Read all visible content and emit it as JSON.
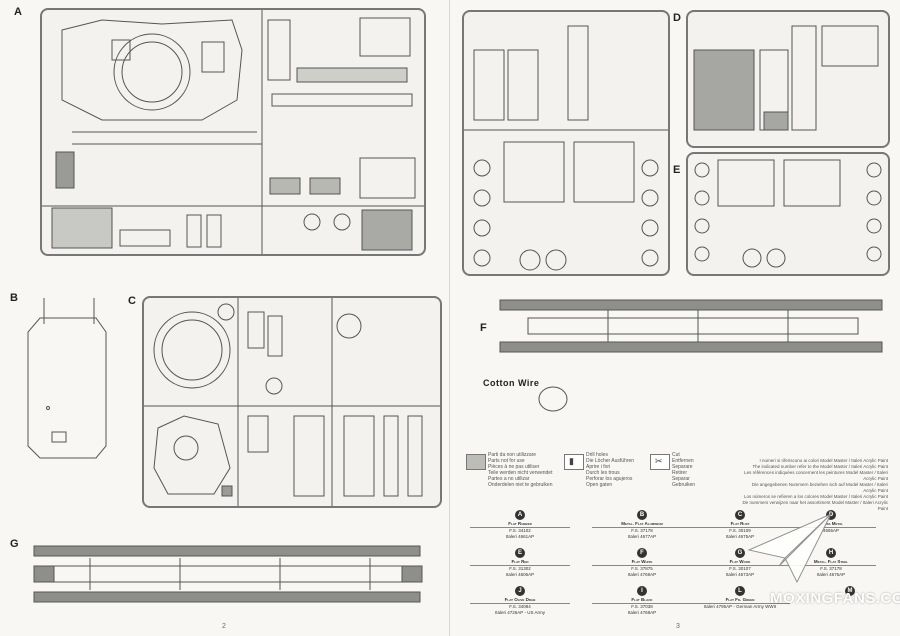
{
  "sections": {
    "a": "A",
    "b": "B",
    "c": "C",
    "d": "D",
    "e": "E",
    "f": "F",
    "g": "G"
  },
  "cotton_wire": "Cotton Wire",
  "legend": {
    "not_used": [
      "Parti da non utilizzare",
      "Parts not for use",
      "Pièces à ne pas utiliser",
      "Teile werden nicht verwendet",
      "Partes a no utilizar",
      "Onderdelen niet te gebruiken"
    ],
    "drill": [
      "Drill holes",
      "Die Löcher Ausführen",
      "Aprire i fori",
      "Durch les trous",
      "Perforar los agujeros",
      "Open gaten"
    ],
    "cut": [
      "Cut",
      "Entfernen",
      "Separare",
      "Retirer",
      "Separar",
      "Gebruiken"
    ]
  },
  "paint_note": [
    "I numeri si riferiscono ai colori Model Master / Italeri Acrylic Paint",
    "The indicated number refer to the Model Master / Italeri Acrylic Paint",
    "Les références indiquées concernent les peintures Model Master / Italeri Acrylic Paint",
    "Die angegebenen Nummern beziehen sich auf Model Master / Italeri Acrylic Paint",
    "Los números se refieren a los colores Model Master / Italeri Acrylic Paint",
    "De nummers verwijzen naar het assortiment Model Master / Italeri Acrylic Paint"
  ],
  "paints": [
    {
      "letter": "A",
      "name": "Flat Rubber",
      "fs": "F.S. 34102",
      "italeri": "Italeri 4661AP"
    },
    {
      "letter": "B",
      "name": "Metal. Flat Aluminium",
      "fs": "F.S. 37178",
      "italeri": "Italeri 4677AP"
    },
    {
      "letter": "C",
      "name": "Flat Rust",
      "fs": "F.S. 30109",
      "italeri": "Italeri 4675AP"
    },
    {
      "letter": "D",
      "name": "Gloss Metal",
      "fs": "",
      "italeri": "4665AP"
    },
    {
      "letter": "E",
      "name": "Flat Red",
      "fs": "F.S. 31302",
      "italeri": "Italeri 4606AP"
    },
    {
      "letter": "F",
      "name": "Flat White",
      "fs": "F.S. 37875",
      "italeri": "Italeri 4769AP"
    },
    {
      "letter": "G",
      "name": "Flat Wood",
      "fs": "F.S. 30107",
      "italeri": "Italeri 4673AP"
    },
    {
      "letter": "H",
      "name": "Metal. Flat Steel",
      "fs": "F.S. 37178",
      "italeri": "Italeri 4676AP"
    },
    {
      "letter": "J",
      "name": "Flat Olive Drab",
      "fs": "F.S. 34084",
      "italeri": "Italeri 4726AP - US Army"
    },
    {
      "letter": "I",
      "name": "Flat Black",
      "fs": "F.S. 37038",
      "italeri": "Italeri 4768AP"
    },
    {
      "letter": "L",
      "name": "Flat Fd. Green",
      "fs": "",
      "italeri": "Italeri 4795AP - German Army WWII"
    },
    {
      "letter": "M",
      "name": "",
      "fs": "",
      "italeri": ""
    }
  ],
  "page_numbers": {
    "left": "2",
    "right": "3"
  },
  "watermark": "MOXINGFANS.COM"
}
